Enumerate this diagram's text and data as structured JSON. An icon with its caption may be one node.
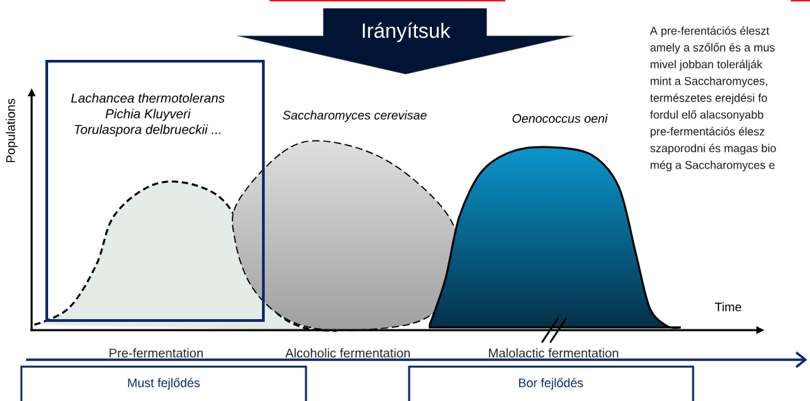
{
  "diagram": {
    "nodes": [
      {
        "text": [
          "Irányítsuk"
        ]
      },
      {
        "text": [
          "Lachancea thermotolerans",
          "Pichia Kluyveri",
          "Torulaspora delbrueckii ..."
        ]
      },
      {
        "text": [
          "Must fejlődés"
        ]
      },
      {
        "text": [
          "Bor fejlődés"
        ]
      }
    ],
    "labels": [
      "A pre-ferentációs éleszt",
      "amely a szőlőn és a mus",
      "mivel jobban tolerálják",
      "mint a Saccharomyces,",
      "természetes erejdési fo",
      "fordul elő alacsonyabb",
      "pre-fermentációs élesz",
      "szaporodni és magas bio",
      "még a Saccharomyces e",
      "Populations",
      "Saccharomyces cerevisae",
      "Oenococcus oeni",
      "Time",
      "Pre-fermentation",
      "Alcoholic fermentation",
      "Malolactic fermentation"
    ]
  }
}
